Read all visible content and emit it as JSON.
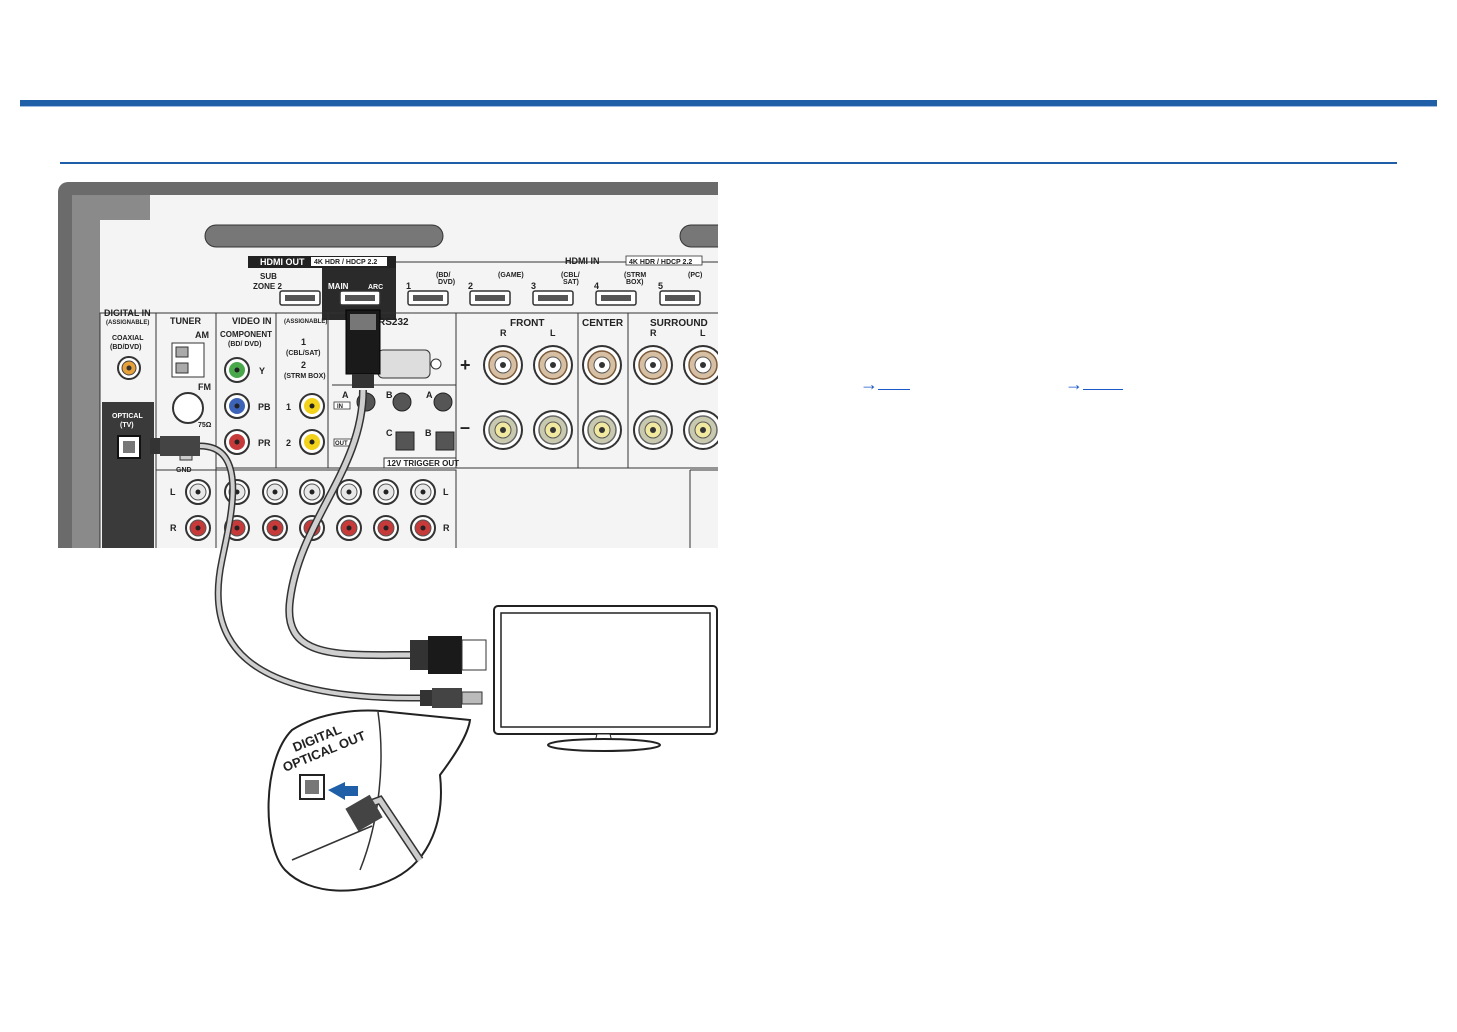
{
  "colors": {
    "accent": "#1f5fa8",
    "link": "#1a57c8"
  },
  "panel": {
    "hdmi_out": {
      "title": "HDMI OUT",
      "spec": "4K HDR / HDCP 2.2",
      "sub_zone_1": "SUB",
      "sub_zone_2": "ZONE 2",
      "main": "MAIN",
      "arc": "ARC"
    },
    "hdmi_in": {
      "title": "HDMI IN",
      "spec": "4K HDR / HDCP 2.2",
      "ports": [
        {
          "num": "1",
          "name1": "(BD/",
          "name2": "DVD)"
        },
        {
          "num": "2",
          "name1": "(GAME)",
          "name2": ""
        },
        {
          "num": "3",
          "name1": "(CBL/",
          "name2": "SAT)"
        },
        {
          "num": "4",
          "name1": "(STRM",
          "name2": "BOX)"
        },
        {
          "num": "5",
          "name1": "(PC)",
          "name2": ""
        }
      ]
    },
    "digital_in": {
      "title": "DIGITAL IN",
      "note": "(ASSIGNABLE)",
      "coaxial": "COAXIAL",
      "coaxial_src": "(BD/DVD)",
      "optical": "OPTICAL",
      "optical_src": "(TV)"
    },
    "tuner": {
      "title": "TUNER",
      "am": "AM",
      "fm": "FM",
      "ohm": "75Ω",
      "gnd": "GND"
    },
    "video_in": {
      "title": "VIDEO IN",
      "note": "(ASSIGNABLE)",
      "component": "COMPONENT",
      "component_src": "(BD/ DVD)",
      "y": "Y",
      "pb": "PB",
      "pr": "PR",
      "src1_num": "1",
      "src1": "(CBL/SAT)",
      "src2_num": "2",
      "src2": "(STRM BOX)",
      "row1": "1",
      "row2": "2"
    },
    "rs232": "RS232",
    "trigger": {
      "a_in": "A",
      "in": "IN",
      "b": "B",
      "a": "A",
      "out": "OUT",
      "c": "C",
      "b2": "B",
      "title": "12V TRIGGER OUT"
    },
    "speakers": {
      "front": "FRONT",
      "center": "CENTER",
      "surround": "SURROUND",
      "r": "R",
      "l": "L",
      "plus": "+",
      "minus": "–"
    },
    "audio": {
      "l": "L",
      "r": "R"
    }
  },
  "callout": {
    "line1": "DIGITAL",
    "line2": "OPTICAL OUT"
  },
  "refs": {
    "arrow1": "→",
    "arrow2": "→"
  }
}
